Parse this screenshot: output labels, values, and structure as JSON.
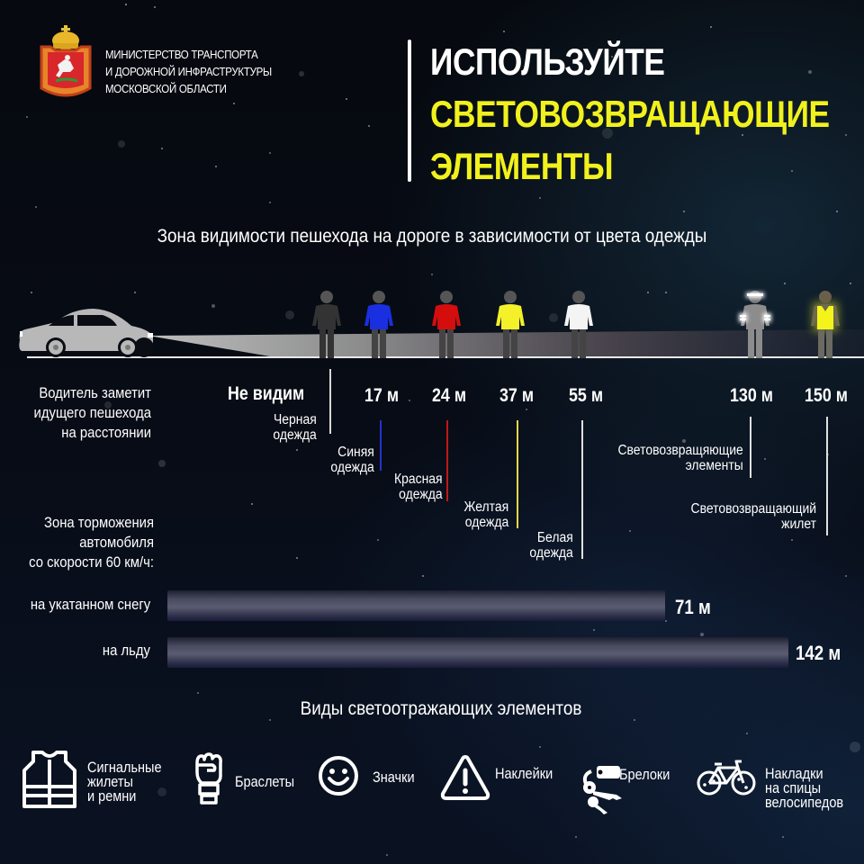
{
  "header": {
    "ministry_lines": [
      "МИНИСТЕРСТВО ТРАНСПОРТА",
      "И ДОРОЖНОЙ ИНФРАСТРУКТУРЫ",
      "МОСКОВСКОЙ ОБЛАСТИ"
    ],
    "title_lines": [
      "ИСПОЛЬЗУЙТЕ",
      "СВЕТОВОЗВРАЩАЮЩИЕ",
      "ЭЛЕМЕНТЫ"
    ],
    "colors": {
      "title_white": "#ffffff",
      "title_yellow": "#f1f11d"
    }
  },
  "visibility": {
    "subtitle": "Зона видимости пешехода на дороге в зависимости от цвета одежды",
    "driver_label_lines": [
      "Водитель заметит",
      "идущего пешехода",
      "на расстоянии"
    ],
    "pedestrians": [
      {
        "clothing": "black",
        "color": "#3a3a3a",
        "distance": "Не видим",
        "label_lines": [
          "Черная",
          "одежда"
        ],
        "line_color": "#d8d8d8"
      },
      {
        "clothing": "blue",
        "color": "#1a2fe0",
        "distance": "17 м",
        "label_lines": [
          "Синяя",
          "одежда"
        ],
        "line_color": "#2233cc"
      },
      {
        "clothing": "red",
        "color": "#d40d0d",
        "distance": "24 м",
        "label_lines": [
          "Красная",
          "одежда"
        ],
        "line_color": "#c01818"
      },
      {
        "clothing": "yellow",
        "color": "#f4f02a",
        "distance": "37 м",
        "label_lines": [
          "Желтая",
          "одежда"
        ],
        "line_color": "#e8d84a"
      },
      {
        "clothing": "white",
        "color": "#f4f4f4",
        "distance": "55 м",
        "label_lines": [
          "Белая",
          "одежда"
        ],
        "line_color": "#e0e0e0"
      },
      {
        "clothing": "reflective-elements",
        "color": "#8c8c8c",
        "distance": "130 м",
        "label_lines": [
          "Световозвращяющие",
          "элементы"
        ],
        "line_color": "#e0e0e0"
      },
      {
        "clothing": "reflective-vest",
        "color": "#f4f02a",
        "distance": "150 м",
        "label_lines": [
          "Световозвращающий",
          "жилет"
        ],
        "line_color": "#e0e0e0"
      }
    ]
  },
  "braking": {
    "label_lines": [
      "Зона торможения",
      "автомобиля",
      "со скорости 60 км/ч:"
    ],
    "rows": [
      {
        "label": "на укатанном снегу",
        "value": "71 м",
        "meters": 71
      },
      {
        "label": "на льду",
        "value": "142 м",
        "meters": 142
      }
    ]
  },
  "element_types": {
    "title": "Виды светоотражающих элементов",
    "items": [
      {
        "icon": "vest-icon",
        "label_lines": [
          "Сигнальные",
          "жилеты",
          "и ремни"
        ]
      },
      {
        "icon": "fist-bracelet-icon",
        "label_lines": [
          "Браслеты"
        ]
      },
      {
        "icon": "smiley-badge-icon",
        "label_lines": [
          "Значки"
        ]
      },
      {
        "icon": "warning-triangle-icon",
        "label_lines": [
          "Наклейки"
        ]
      },
      {
        "icon": "keychain-icon",
        "label_lines": [
          "Брелоки"
        ]
      },
      {
        "icon": "bicycle-icon",
        "label_lines": [
          "Накладки",
          "на спицы",
          "велосипедов"
        ]
      }
    ]
  }
}
